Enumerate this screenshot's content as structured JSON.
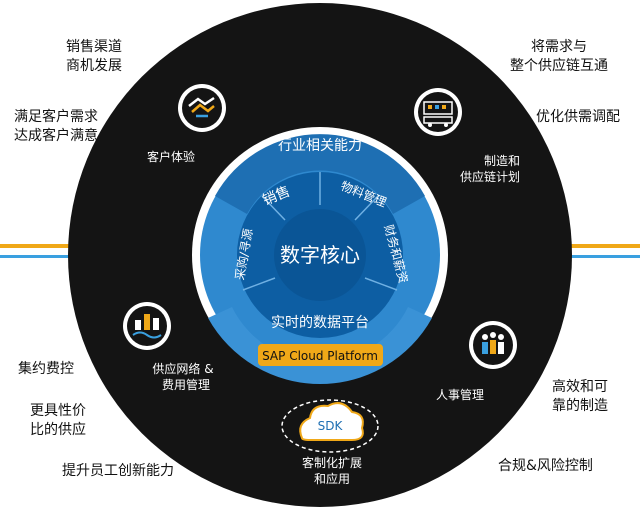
{
  "core": {
    "title": "数字核心",
    "top_band": "行业相关能力",
    "seg_sales": "销售",
    "seg_materials": "物料管理",
    "seg_finance": "财务和薪资",
    "seg_procurement": "采购/寻源",
    "bottom_band": "实时的数据平台",
    "platform": "SAP Cloud Platform"
  },
  "ring_items": {
    "customer_experience": "客户体验",
    "manufacturing_line1": "制造和",
    "manufacturing_line2": "供应链计划",
    "supply_network_line1": "供应网络 &",
    "supply_network_line2": "费用管理",
    "hr": "人事管理",
    "sdk": "SDK",
    "custom_line1": "客制化扩展",
    "custom_line2": "和应用"
  },
  "outer_labels": {
    "sales_channel_line1": "销售渠道",
    "sales_channel_line2": "商机发展",
    "satisfy_line1": "满足客户需求",
    "satisfy_line2": "达成客户满意",
    "demand_line1": "将需求与",
    "demand_line2": "整个供应链互通",
    "optimize": "优化供需调配",
    "cost_control": "集约费控",
    "value_supply_line1": "更具性价",
    "value_supply_line2": "比的供应",
    "innovation": "提升员工创新能力",
    "efficient_line1": "高效和可",
    "efficient_line2": "靠的制造",
    "compliance": "合规&风险控制"
  },
  "colors": {
    "ring_dark": "#141414",
    "core_blue": "#0c63a8",
    "core_light": "#2f89cf",
    "accent_yellow": "#f0a818",
    "accent_blue": "#3aa0e0"
  },
  "icons": [
    "handshake-icon",
    "factory-machine-icon",
    "supply-network-icon",
    "people-icon",
    "sdk-cloud-icon"
  ]
}
